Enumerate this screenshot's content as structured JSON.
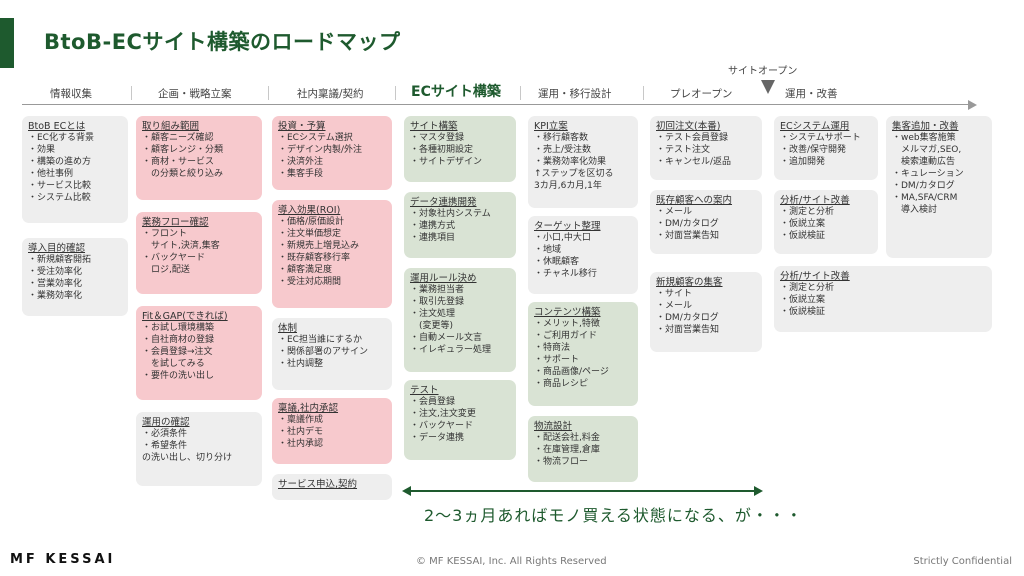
{
  "title": "BtoB-ECサイト構築のロードマップ",
  "phases": [
    "情報収集",
    "企画・戦略立案",
    "社内稟議/契約",
    "ECサイト構築",
    "運用・移行設計",
    "プレオープン",
    "運用・改善"
  ],
  "site_open": "サイトオープン",
  "cards": [
    {
      "title": "BtoB ECとは",
      "items": [
        "・EC化する背景",
        "・効果",
        "・構築の進め方",
        "・他社事例",
        "・サービス比較",
        "・システム比較"
      ]
    },
    {
      "title": "導入目的確認",
      "items": [
        "・新規顧客開拓",
        "・受注効率化",
        "・営業効率化",
        "・業務効率化"
      ]
    },
    {
      "title": "取り組み範囲",
      "items": [
        "・顧客ニーズ確認",
        "・顧客レンジ・分類",
        "・商材・サービス",
        "　の分類と絞り込み"
      ]
    },
    {
      "title": "業務フロー確認",
      "items": [
        "・フロント",
        "　サイト,決済,集客",
        "・バックヤード",
        "　ロジ,配送"
      ]
    },
    {
      "title": "Fit＆GAP(できれば)",
      "items": [
        "・お試し環境構築",
        "・自社商材の登録",
        "・会員登録→注文",
        "　を試してみる",
        "・要件の洗い出し"
      ]
    },
    {
      "title": "運用の確認",
      "items": [
        "・必須条件",
        "・希望条件",
        "の洗い出し、切り分け"
      ]
    },
    {
      "title": "投資・予算",
      "items": [
        "・ECシステム選択",
        "・デザイン内製/外注",
        "・決済外注",
        "・集客手段"
      ]
    },
    {
      "title": "導入効果(ROI)",
      "items": [
        "・価格/原価設計",
        "・注文単価想定",
        "・新規売上増見込み",
        "・既存顧客移行率",
        "・顧客満足度",
        "・受注対応期間"
      ]
    },
    {
      "title": "体制",
      "items": [
        "・EC担当誰にするか",
        "・関係部署のアサイン",
        "・社内調整"
      ]
    },
    {
      "title": "稟議,社内承認",
      "items": [
        "・稟議作成",
        "・社内デモ",
        "・社内承認"
      ]
    },
    {
      "title": "サービス申込,契約",
      "items": []
    },
    {
      "title": "サイト構築",
      "items": [
        "・マスタ登録",
        "・各種初期設定",
        "・サイトデザイン"
      ]
    },
    {
      "title": "データ連携開発",
      "items": [
        "・対象社内システム",
        "・連携方式",
        "・連携項目"
      ]
    },
    {
      "title": "運用ルール決め",
      "items": [
        "・業務担当者",
        "・取引先登録",
        "・注文処理",
        "　(変更等)",
        "・自動メール文言",
        "・イレギュラー処理"
      ]
    },
    {
      "title": "テスト",
      "items": [
        "・会員登録",
        "・注文,注文変更",
        "・バックヤード",
        "・データ連携"
      ]
    },
    {
      "title": "KPI立案",
      "items": [
        "・移行顧客数",
        "・売上/受注数",
        "・業務効率化効果",
        "↑ステップを区切る",
        "3カ月,6カ月,1年"
      ]
    },
    {
      "title": "ターゲット整理",
      "items": [
        "・小口,中大口",
        "・地域",
        "・休眠顧客",
        "・チャネル移行"
      ]
    },
    {
      "title": "コンテンツ構築",
      "items": [
        "・メリット,特徴",
        "・ご利用ガイド",
        "・特商法",
        "・サポート",
        "・商品画像/ページ",
        "・商品レシピ"
      ]
    },
    {
      "title": "物流設計",
      "items": [
        "・配送会社,料金",
        "・在庫管理,倉庫",
        "・物流フロー"
      ]
    },
    {
      "title": "初回注文(本番)",
      "items": [
        "・テスト会員登録",
        "・テスト注文",
        "・キャンセル/返品"
      ]
    },
    {
      "title": "既存顧客への案内",
      "items": [
        "・メール",
        "・DM/カタログ",
        "・対面営業告知"
      ]
    },
    {
      "title": "新規顧客の集客",
      "items": [
        "・サイト",
        "・メール",
        "・DM/カタログ",
        "・対面営業告知"
      ]
    },
    {
      "title": "ECシステム運用",
      "items": [
        "・システムサポート",
        "・改善/保守開発",
        "・追加開発"
      ]
    },
    {
      "title": "分析/サイト改善",
      "items": [
        "・測定と分析",
        "・仮説立案",
        "・仮説検証"
      ]
    },
    {
      "title": "集客追加・改善",
      "items": [
        "・web集客施策",
        "　メルマガ,SEO,",
        "　検索連動広告",
        "・キュレーション",
        "・DM/カタログ",
        "・MA,SFA/CRM",
        "　導入検討"
      ]
    },
    {
      "title": "分析/サイト改善",
      "items": [
        "・測定と分析",
        "・仮説立案",
        "・仮説検証"
      ]
    }
  ],
  "span_caption": "2〜3ヵ月あればモノ買える状態になる、が・・・",
  "footer": {
    "logo": "MF KESSAI",
    "copyright": "© MF KESSAI, Inc. All Rights Reserved",
    "confidential": "Strictly Confidential"
  },
  "colors": {
    "accent": "#1e5a2e",
    "gray_card": "#eeeeee",
    "pink_card": "#f7c9cd",
    "green_card": "#d9e3d4"
  }
}
